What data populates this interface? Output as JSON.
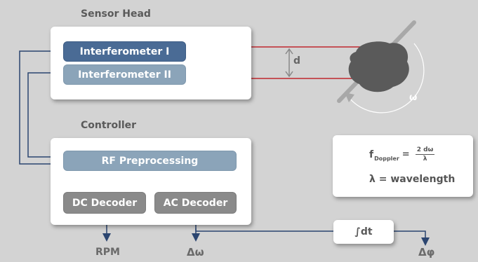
{
  "sensor_head": {
    "label": "Sensor Head",
    "interferometer_1": "Interferometer I",
    "interferometer_2": "Interferometer II"
  },
  "distance_label": "d",
  "omega_label": "ω",
  "controller": {
    "label": "Controller",
    "rf_preprocessing": "RF Preprocessing",
    "dc_decoder": "DC Decoder",
    "ac_decoder": "AC Decoder"
  },
  "outputs": {
    "rpm": "RPM",
    "delta_omega": "Δω",
    "integrator": "∫dt",
    "delta_phi": "Δφ"
  },
  "formula": {
    "f_main": "f",
    "f_sub": "Doppler",
    "equals": "=",
    "numerator": "2 dω",
    "denominator": "λ",
    "wavelength_line": "λ = wavelength"
  },
  "colors": {
    "signal_line": "#2b4570",
    "laser_beam": "#c0282e",
    "interferometer_1_fill": "#4a6b95",
    "interferometer_2_fill": "#8ba4b9",
    "decoder_fill": "#8a8a8a",
    "object_fill": "#5a5a5a",
    "background": "#d3d3d3"
  }
}
